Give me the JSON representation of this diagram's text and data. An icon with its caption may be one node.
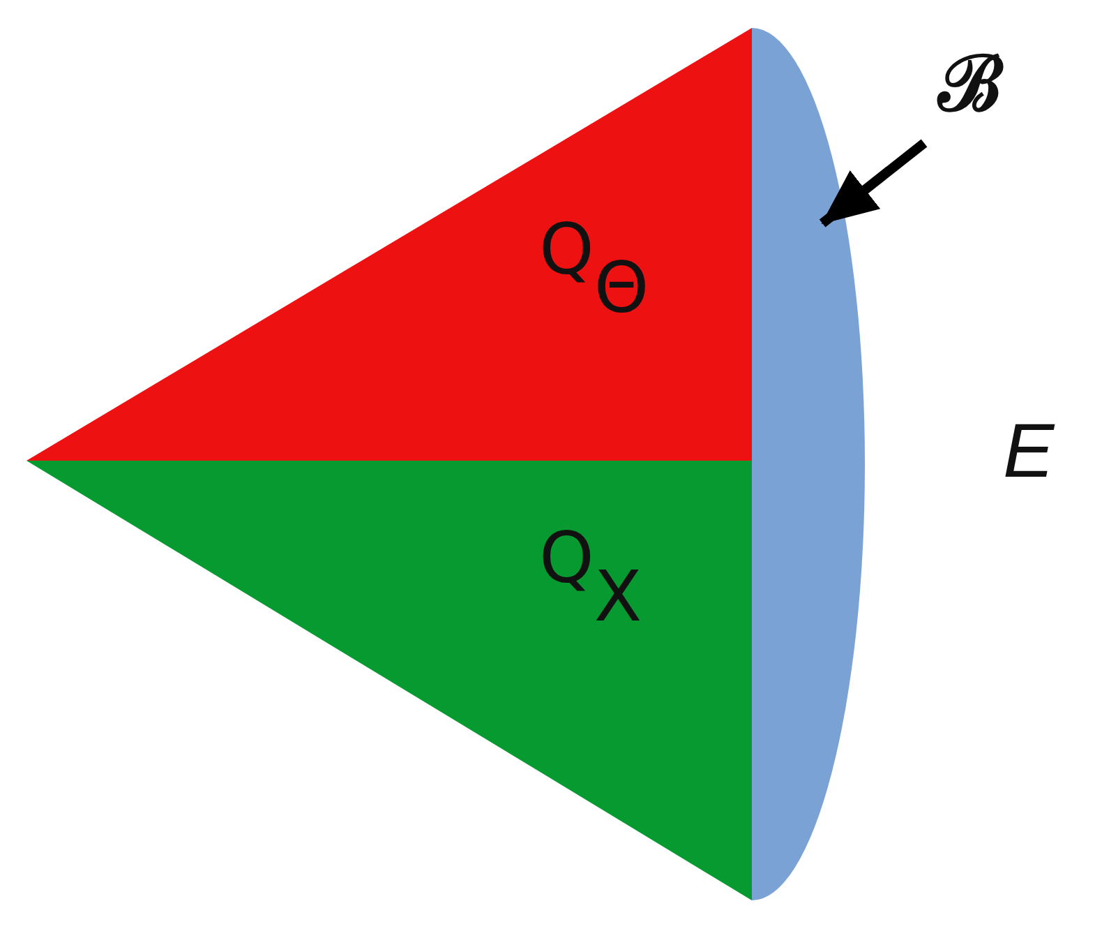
{
  "diagram": {
    "nodes": [
      {
        "text": [
          "Q$_{Θ}$"
        ]
      },
      {
        "text": [
          "Q$_{X}$"
        ]
      },
      {
        "text": [],
        "shape": "ellipse"
      },
      {
        "text": [
          "ℬ"
        ]
      }
    ],
    "edges": [
      {
        "from": 3,
        "to": 2,
        "arrow": "to"
      }
    ],
    "labels": [
      "E"
    ]
  }
}
